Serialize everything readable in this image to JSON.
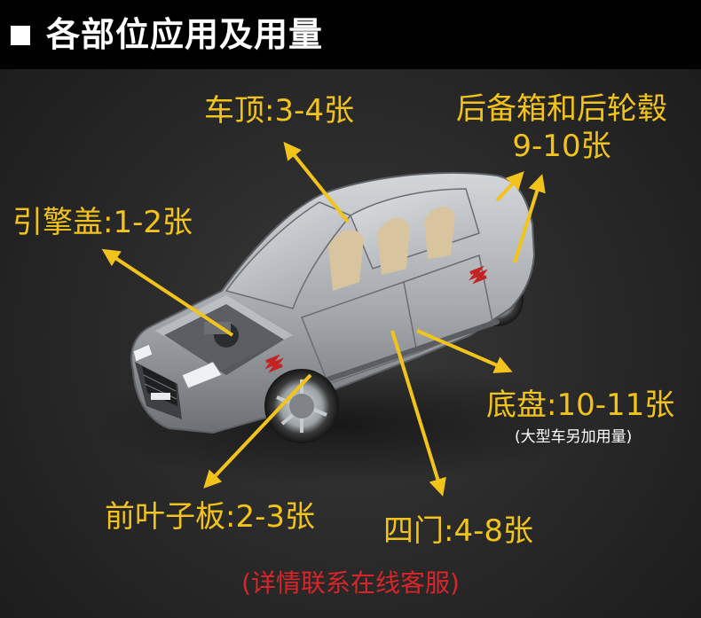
{
  "header": {
    "title": "各部位应用及用量"
  },
  "labels": {
    "roof": "车顶:3-4张",
    "trunk_line1": "后备箱和后轮毂",
    "trunk_line2": "9-10张",
    "hood": "引擎盖:1-2张",
    "chassis": "底盘:10-11张",
    "chassis_note": "(大型车另加用量)",
    "fender": "前叶子板:2-3张",
    "doors": "四门:4-8张"
  },
  "footer": {
    "contact": "(详情联系在线客服)"
  },
  "colors": {
    "label": "#f2c31b",
    "contact": "#d8252a",
    "header_bg": "#000000"
  }
}
